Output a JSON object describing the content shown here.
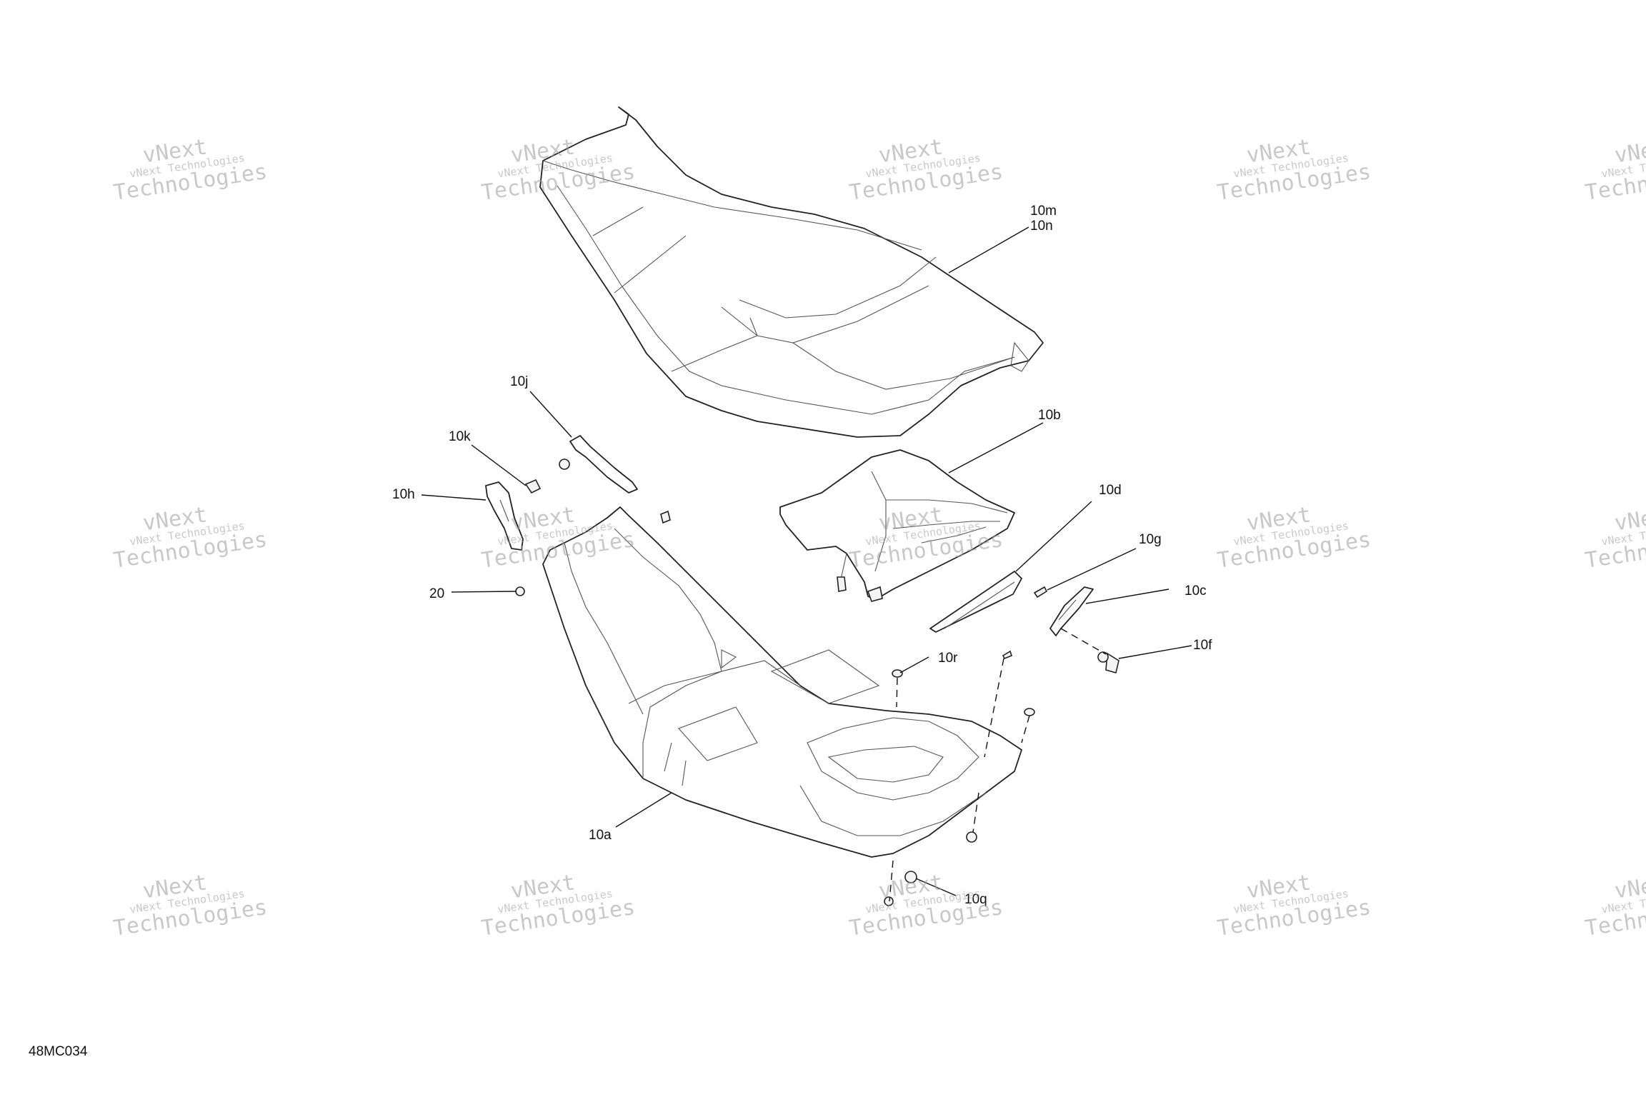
{
  "diagram_code": "48MC034",
  "callouts": {
    "c10m": "10m",
    "c10n": "10n",
    "c10b": "10b",
    "c10d": "10d",
    "c10g": "10g",
    "c10c": "10c",
    "c10f": "10f",
    "c10r": "10r",
    "c10j": "10j",
    "c10k": "10k",
    "c10h": "10h",
    "c20": "20",
    "c10a": "10a",
    "c10q": "10q"
  },
  "watermark": {
    "line1": "vNext Technologies",
    "line2": "Technologies",
    "line3": "vNext"
  }
}
